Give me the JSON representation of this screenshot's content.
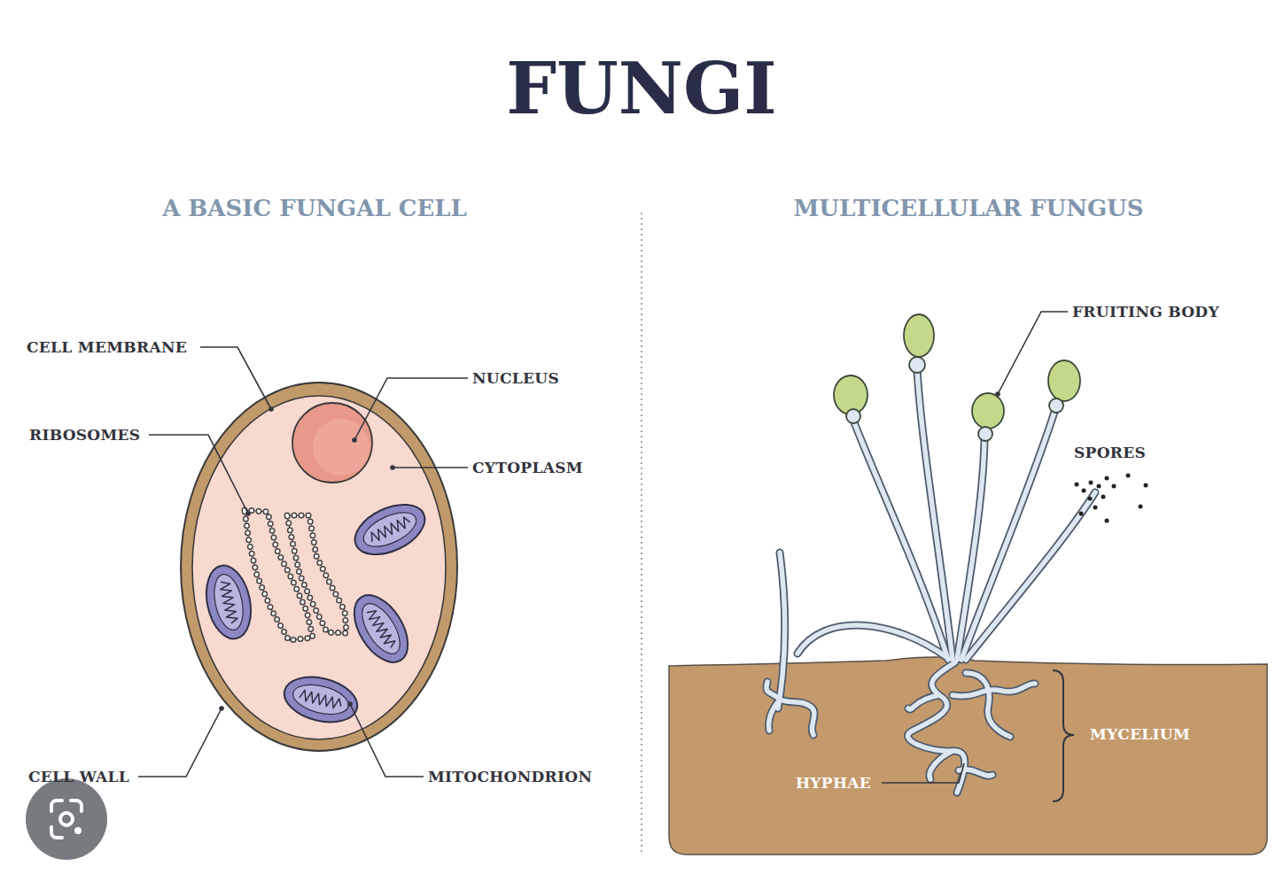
{
  "diagram": {
    "title": "FUNGI",
    "labels": [
      "A BASIC FUNGAL CELL",
      "MULTICELLULAR FUNGUS",
      "CELL MEMBRANE",
      "NUCLEUS",
      "RIBOSOMES",
      "CYTOPLASM",
      "FRUITING BODY",
      "SPORES",
      "MYCELIUM",
      "HYPHAE",
      "CELL WALL",
      "MITOCHONDRION"
    ]
  }
}
